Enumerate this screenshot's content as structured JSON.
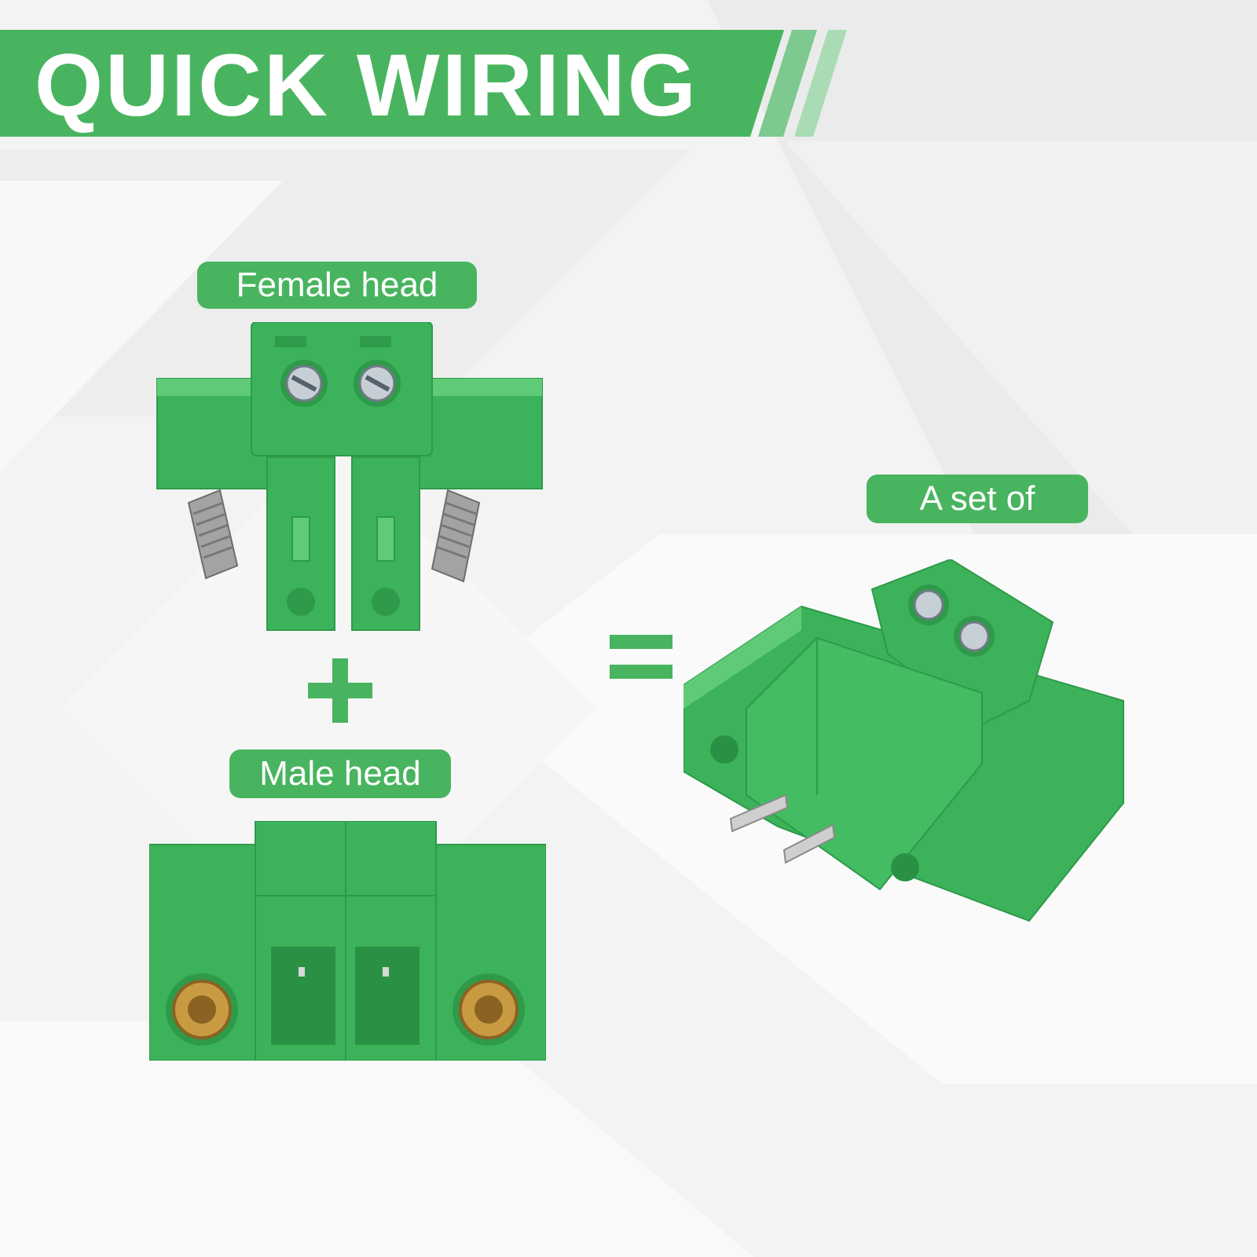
{
  "banner": {
    "title": "QUICK WIRING",
    "color": "#49b45f",
    "stripe_color": "#7dc98f"
  },
  "labels": {
    "female": "Female head",
    "male": "Male head",
    "set": "A set of"
  },
  "symbols": {
    "plus": "plus-icon",
    "equals": "equals-icon"
  },
  "colors": {
    "connector_green": "#3cb35a",
    "connector_dark": "#2e9a4a",
    "connector_light": "#5fcb77",
    "screw_metal": "#a3a3a3",
    "brass": "#c89b42",
    "background": "#f4f4f4"
  }
}
